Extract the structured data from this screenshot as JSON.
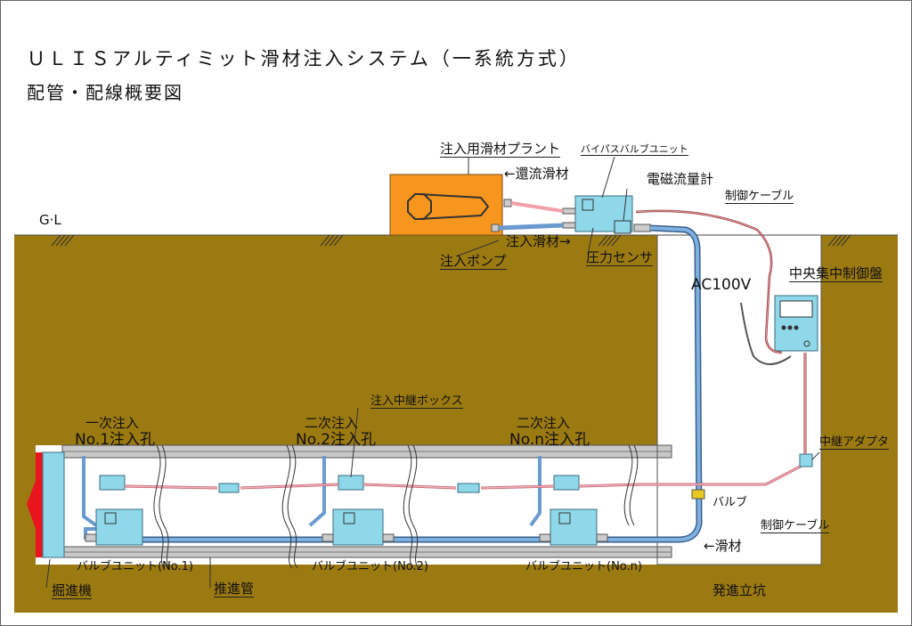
{
  "title": "ＵＬＩＳアルティミット滑材注入システム（一系統方式）",
  "subtitle": "配管・配線概要図",
  "labels": {
    "gl": "G·L",
    "plant": "注入用滑材プラント",
    "return_lubricant": "←還流滑材",
    "bypass_valve_unit": "バイパスバルブユニット",
    "flowmeter": "電磁流量計",
    "control_cable_top": "制御ケーブル",
    "injection_lubricant": "注入滑材→",
    "pressure_sensor": "圧力センサ",
    "pump": "注入ポンプ",
    "ac100v": "AC100V",
    "central_controller": "中央集中制御盤",
    "relay_box": "注入中継ボックス",
    "primary_injection": "一次注入",
    "hole1": "No.1注入孔",
    "secondary_injection_2": "二次注入",
    "hole2": "No.2注入孔",
    "secondary_injection_n": "二次注入",
    "holen": "No.n注入孔",
    "relay_adapter": "中継アダプタ",
    "valve": "バルブ",
    "control_cable_bottom": "制御ケーブル",
    "lubricant": "←滑材",
    "valve_unit_1": "バルブユニット(No.1)",
    "valve_unit_2": "バルブユニット(No.2)",
    "valve_unit_n": "バルブユニット(No.n)",
    "machine": "掘進機",
    "pipe": "推進管",
    "shaft": "発進立坑"
  },
  "colors": {
    "soil": "#9C7A12",
    "plant": "#F7961E",
    "unit": "#8FD8EA",
    "pipe": "#6A9AD0",
    "cable": "#F2A0A8",
    "machine_red": "#E8141E",
    "tunnel_wall": "#B4B4B4"
  }
}
